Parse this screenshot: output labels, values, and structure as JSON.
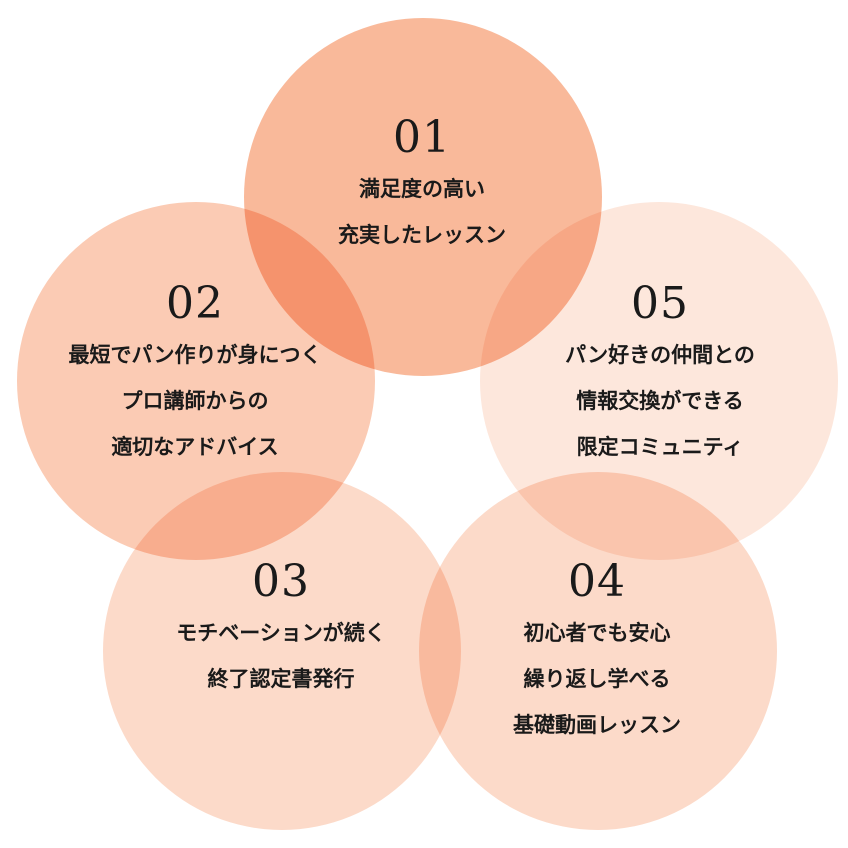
{
  "colors": {
    "circle_01": "#f9b99a",
    "circle_02": "#fbcbb4",
    "circle_03": "#fcdac9",
    "circle_04": "#fcdac9",
    "circle_05": "#fde7dc",
    "text": "#1a1a1a"
  },
  "items": [
    {
      "number": "01",
      "lines": [
        "満足度の高い",
        "充実したレッスン"
      ]
    },
    {
      "number": "02",
      "lines": [
        "最短でパン作りが身につく",
        "プロ講師からの",
        "適切なアドバイス"
      ]
    },
    {
      "number": "03",
      "lines": [
        "モチベーションが続く",
        "終了認定書発行"
      ]
    },
    {
      "number": "04",
      "lines": [
        "初心者でも安心",
        "繰り返し学べる",
        "基礎動画レッスン"
      ]
    },
    {
      "number": "05",
      "lines": [
        "パン好きの仲間との",
        "情報交換ができる",
        "限定コミュニティ"
      ]
    }
  ]
}
